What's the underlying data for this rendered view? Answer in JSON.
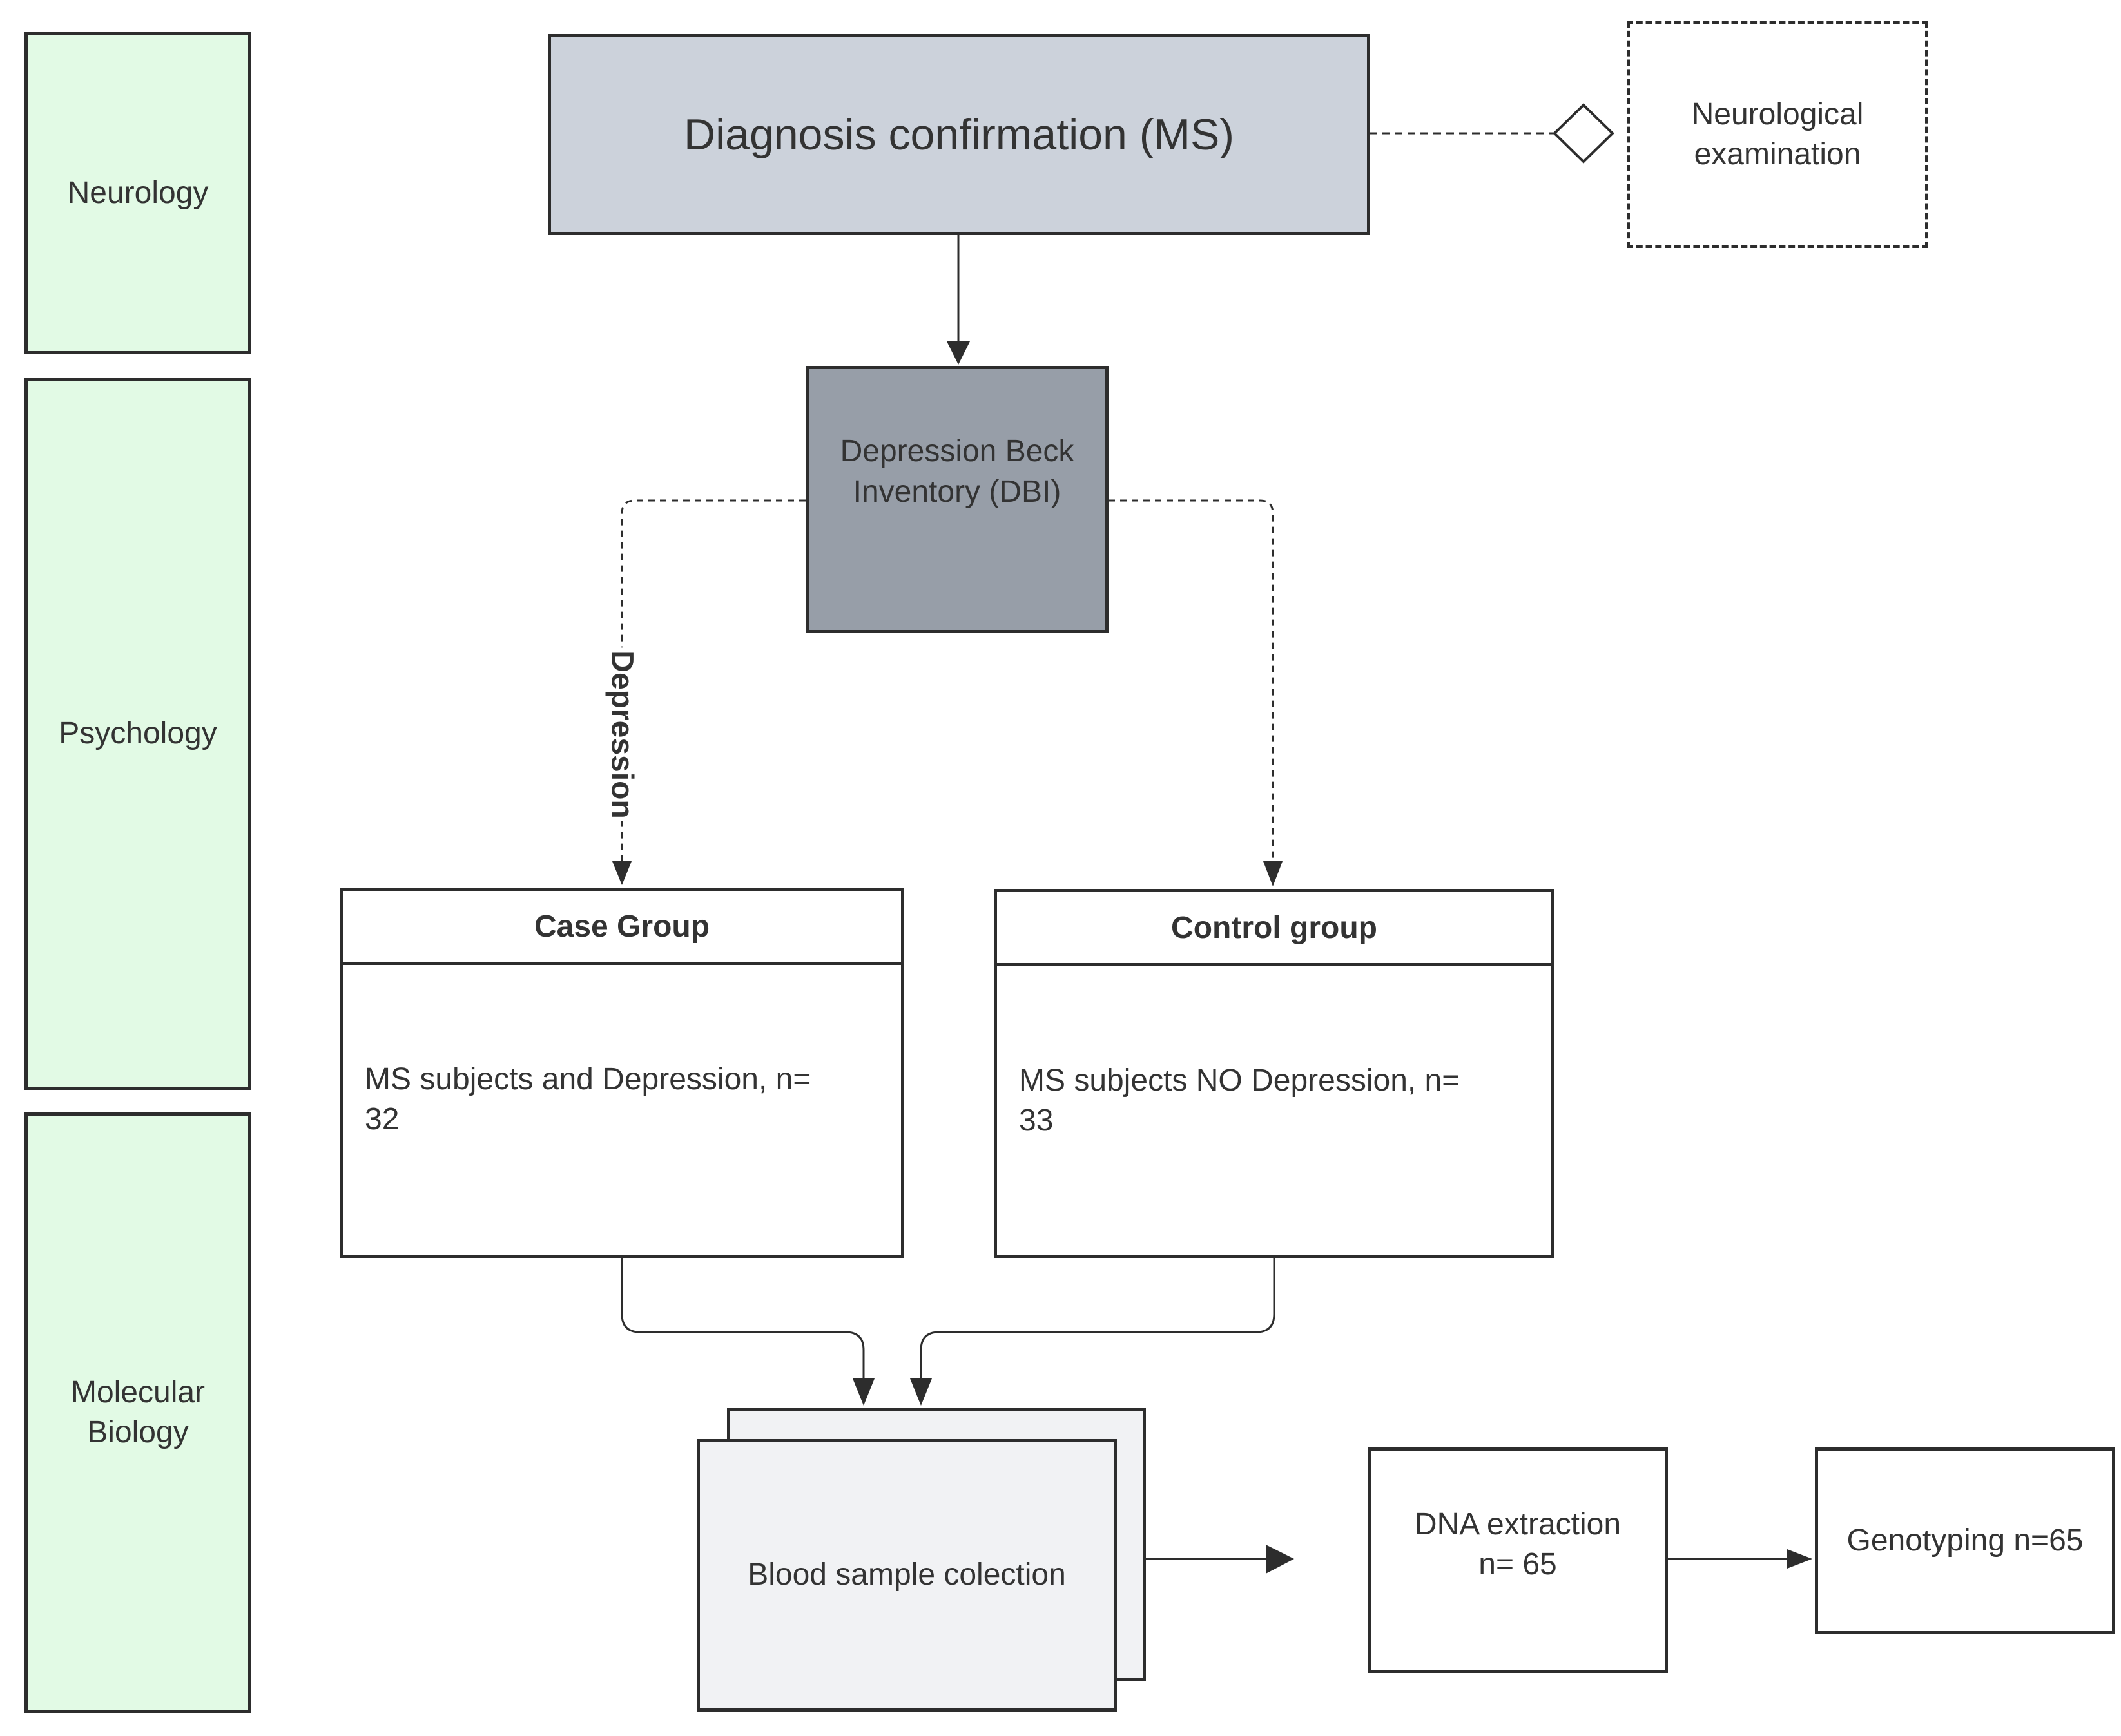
{
  "lanes": {
    "neurology": "Neurology",
    "psychology": "Psychology",
    "molecular_biology": "Molecular\nBiology"
  },
  "nodes": {
    "diagnosis": "Diagnosis confirmation (MS)",
    "neurological_exam": "Neurological\nexamination",
    "dbi": "Depression Beck\nInventory (DBI)",
    "case_group": {
      "title": "Case Group",
      "body": "MS subjects  and Depression, n=\n32"
    },
    "control_group": {
      "title": "Control group",
      "body": "MS subjects NO Depression, n=\n33"
    },
    "blood_sample": "Blood sample colection",
    "dna_extraction": "DNA extraction\nn= 65",
    "genotyping": "Genotyping n=65"
  },
  "edge_labels": {
    "depression": "Depression"
  },
  "colors": {
    "lane_fill": "#e2fae5",
    "diagnosis_fill": "#ccd2db",
    "dbi_fill": "#979ea8",
    "blood_fill": "#f1f2f4",
    "stroke": "#2d2d2d",
    "text": "#333333"
  }
}
